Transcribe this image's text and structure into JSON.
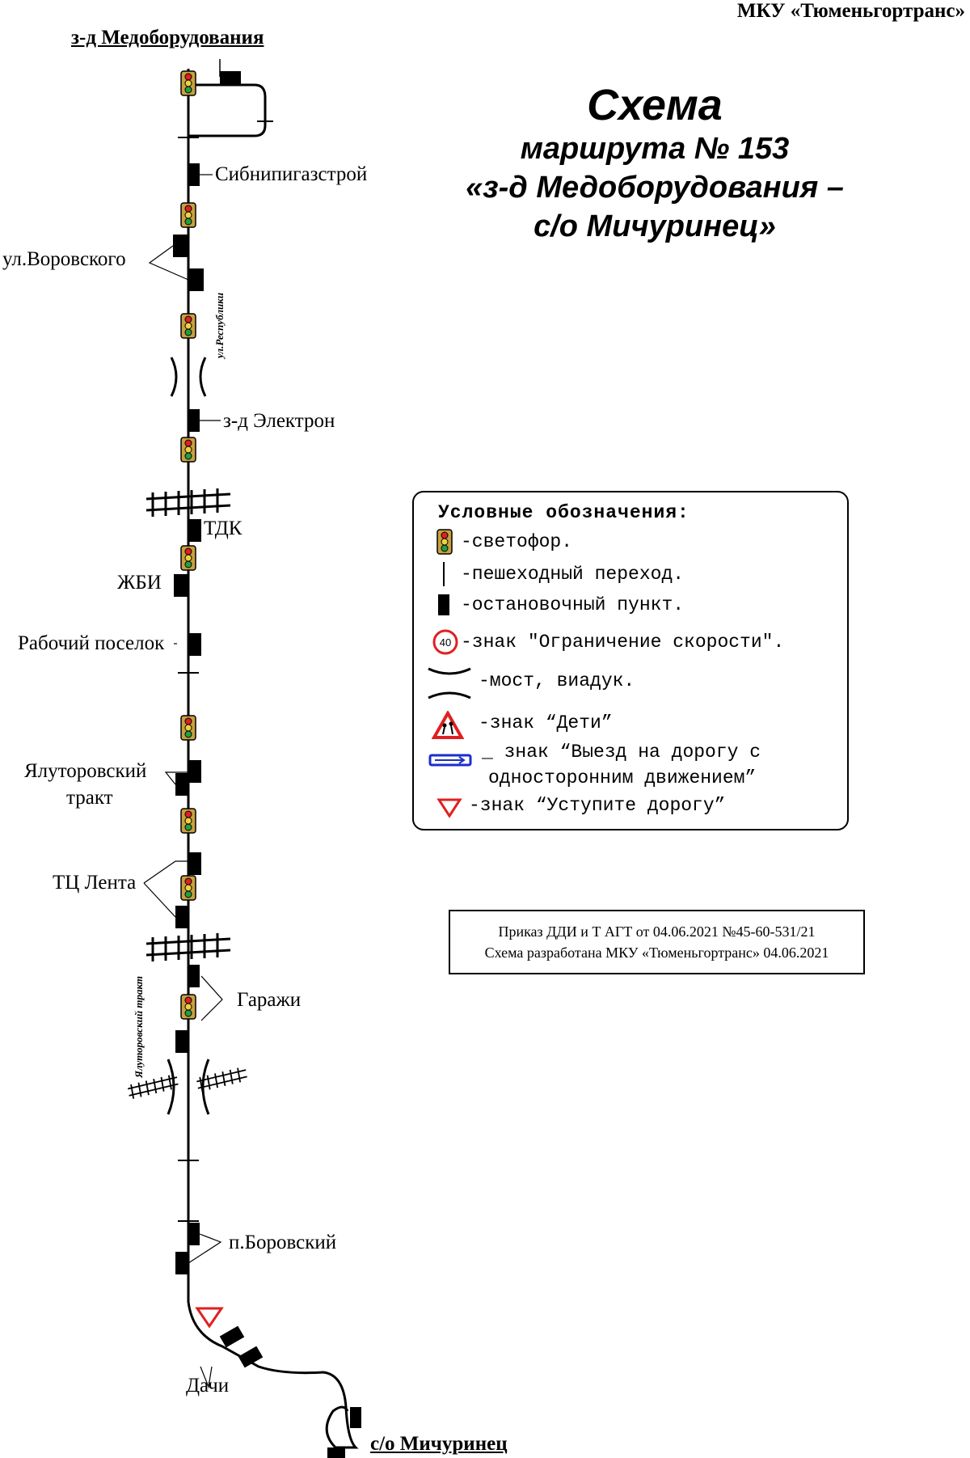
{
  "header": {
    "organization": "МКУ «Тюменьгортранс»"
  },
  "title": {
    "line1": "Схема",
    "line2": "маршрута № 153",
    "line3": "«з-д Медоборудования –",
    "line4": "с/о Мичуринец»"
  },
  "terminals": {
    "start": "з-д Медоборудования",
    "end": "с/о Мичуринец"
  },
  "stops": {
    "sibnipigazstroy": "Сибнипигазстрой",
    "vorovskogo": "ул.Воровского",
    "elektron": "з-д Электрон",
    "tdk": "ТДК",
    "zhbi": "ЖБИ",
    "rabochiy": "Рабочий поселок",
    "yalutor_1": "Ялуторовский",
    "yalutor_2": "тракт",
    "lenta": "ТЦ Лента",
    "garazhi": "Гаражи",
    "borovskiy": "п.Боровский",
    "dachi": "Дачи"
  },
  "streets": {
    "respubliki": "ул.Республики",
    "yalutorovskiy": "Ялуторовский тракт"
  },
  "legend": {
    "title": "Условные обозначения:",
    "traffic_light": "-светофор.",
    "crosswalk": "-пешеходный переход.",
    "stop_point": "-остановочный пункт.",
    "speed_limit_value": "40",
    "speed_limit": "-знак \"Ограничение скорости\".",
    "bridge": "-мост, виадук.",
    "children": "-знак “Дети”",
    "one_way_1": "_ знак “Выезд на дорогу с",
    "one_way_2": "односторонним движением”",
    "give_way": "-знак “Уступите дорогу”"
  },
  "order": {
    "line1": "Приказ ДДИ и Т АГТ от 04.06.2021 №45-60-531/21",
    "line2": "Схема разработана МКУ «Тюменьгортранс» 04.06.2021"
  },
  "colors": {
    "sign_red": "#e02020",
    "sign_blue": "#1a2ecc",
    "light_body": "#c8a040"
  }
}
